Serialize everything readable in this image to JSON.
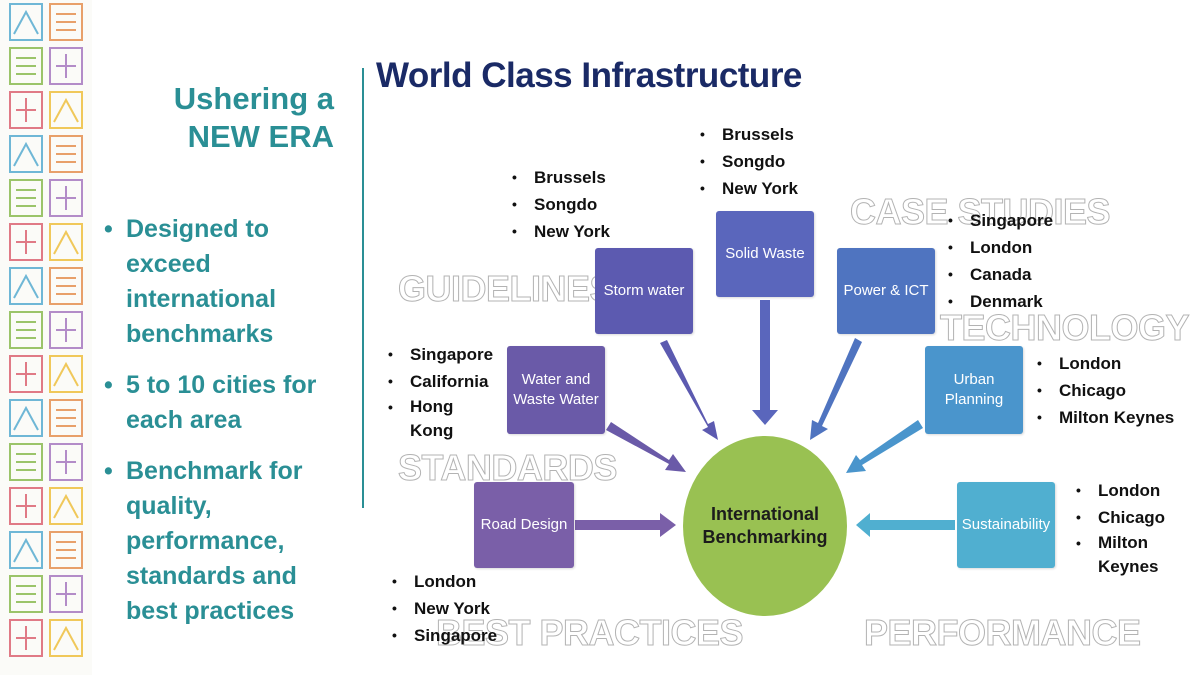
{
  "left_panel": {
    "title_line1": "Ushering a",
    "title_line2": "NEW ERA",
    "bullets": [
      "Designed to exceed international benchmarks",
      "5 to 10 cities for each area",
      "Benchmark for quality, performance, standards and best practices"
    ]
  },
  "title": "World Class Infrastructure",
  "watermarks": {
    "guidelines": "GUIDELINES",
    "case_studies": "CASE STUDIES",
    "technology": "TECHNOLOGY",
    "standards": "STANDARDS",
    "best_practices": "BEST PRACTICES",
    "performance": "PERFORMANCE"
  },
  "hub": {
    "line1": "International",
    "line2": "Benchmarking"
  },
  "nodes": {
    "road_design": {
      "label": "Road Design",
      "cities": [
        "London",
        "New York",
        "Singapore"
      ]
    },
    "water": {
      "line1": "Water and",
      "line2": "Waste Water",
      "cities": [
        "Singapore",
        "California",
        "Hong Kong"
      ]
    },
    "storm_water": {
      "label": "Storm water",
      "cities": [
        "Brussels",
        "Songdo",
        "New York"
      ]
    },
    "solid_waste": {
      "label": "Solid Waste",
      "cities": [
        "Brussels",
        "Songdo",
        "New York"
      ]
    },
    "power_ict": {
      "label": "Power & ICT",
      "cities": [
        "Singapore",
        "London",
        "Canada",
        "Denmark"
      ]
    },
    "urban_planning": {
      "line1": "Urban",
      "line2": "Planning",
      "cities": [
        "London",
        "Chicago",
        "Milton Keynes"
      ]
    },
    "sustainability": {
      "label": "Sustainability",
      "cities": [
        "London",
        "Chicago",
        "Milton Keynes"
      ]
    }
  },
  "colors": {
    "teal": "#2a8f95",
    "navy": "#1a2a66",
    "hub_green": "#99c152",
    "purple_dark": "#7a5fa8",
    "purple": "#6a5aa8",
    "indigo": "#5c5ab0",
    "blue": "#4f74c0",
    "sky": "#4a95cc",
    "cyan": "#50afd0"
  }
}
